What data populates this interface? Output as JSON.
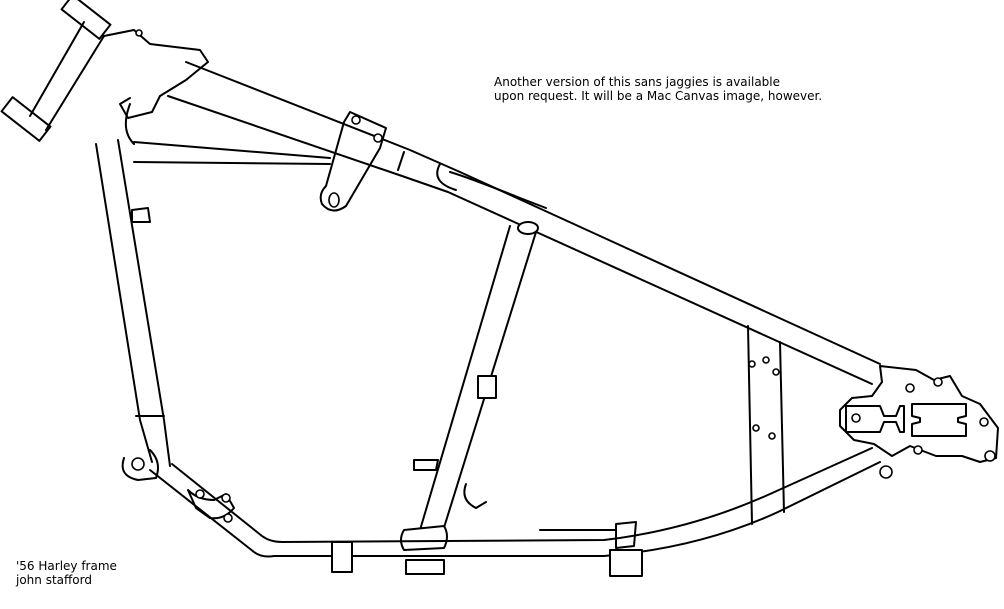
{
  "notes": {
    "availability_line1": "Another version of this sans jaggies is available",
    "availability_line2": "upon request.  It will be a Mac Canvas image, however.",
    "caption_line1": "'56 Harley frame",
    "caption_line2": "john stafford"
  },
  "colors": {
    "stroke": "#000000",
    "background": "#ffffff"
  }
}
